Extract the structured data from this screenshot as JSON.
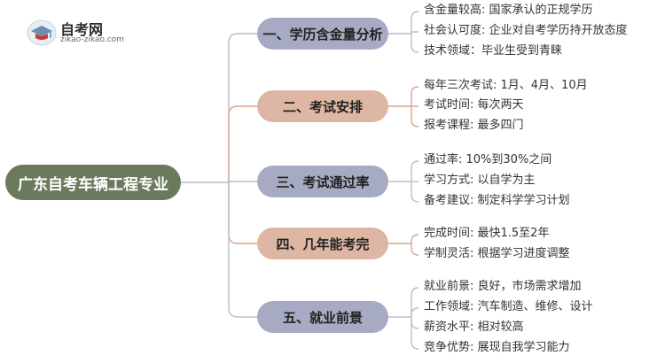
{
  "logo": {
    "name": "自考网",
    "url": "zikao-zikao.com"
  },
  "root": {
    "label": "广东自考车辆工程专业"
  },
  "colors": {
    "root_fill": "#6b7a5d",
    "branch_blue": "#a6abc3",
    "branch_orange": "#deb6a4",
    "line_gray": "#b9bec9",
    "line_orange": "#d9a58f"
  },
  "branches": [
    {
      "label": "一、学历含金量分析",
      "leaves": [
        "含金量较高: 国家承认的正规学历",
        "社会认可度: 企业对自考学历持开放态度",
        "技术领域：毕业生受到青睐"
      ]
    },
    {
      "label": "二、考试安排",
      "leaves": [
        "每年三次考试: 1月、4月、10月",
        "考试时间: 每次两天",
        "报考课程: 最多四门"
      ]
    },
    {
      "label": "三、考试通过率",
      "leaves": [
        "通过率: 10%到30%之间",
        "学习方式: 以自学为主",
        "备考建议: 制定科学学习计划"
      ]
    },
    {
      "label": "四、几年能考完",
      "leaves": [
        "完成时间: 最快1.5至2年",
        "学制灵活: 根据学习进度调整"
      ]
    },
    {
      "label": "五、就业前景",
      "leaves": [
        "就业前景: 良好，市场需求增加",
        "工作领域: 汽车制造、维修、设计",
        "薪资水平: 相对较高",
        "竞争优势: 展现自我学习能力"
      ]
    }
  ]
}
